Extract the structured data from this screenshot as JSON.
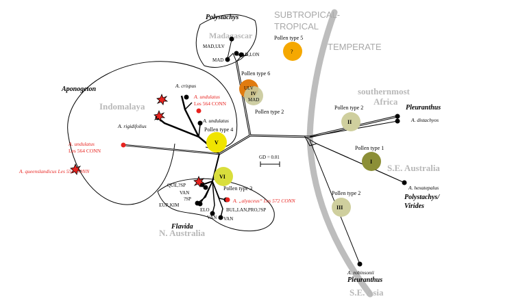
{
  "colors": {
    "red": "#e8231f",
    "black": "#000000",
    "gray_region": "#b8b8b8",
    "gray_band": "#bdbdbd",
    "pollen_q": "#f5a800",
    "pollen_iv_outer": "#e07b10",
    "pollen_iv_inner": "#c9c99a",
    "pollen_v": "#f0e400",
    "pollen_vi": "#d9de3c",
    "pollen_ii": "#cfcf9e",
    "pollen_i": "#8c8f37",
    "pollen_iii": "#cfcf9e"
  },
  "climate": {
    "subtropical_line1": "SUBTROPICAL-",
    "subtropical_line2": "TROPICAL",
    "temperate": "TEMPERATE"
  },
  "regions": {
    "madagascar": "Madagascar",
    "indomalaya": "Indomalaya",
    "southernmost_line1": "southernmost",
    "southernmost_line2": "Africa",
    "se_australia": "S.E. Australia",
    "n_australia": "N. Australia",
    "se_asia": "S.E. Asia"
  },
  "groups": {
    "polystachys": "Polystachys",
    "aponogeton": "Aponogeton",
    "pleuranthus_top": "Pleuranthus",
    "polystachys_virides_line1": "Polystachys/",
    "polystachys_virides_line2": "Virides",
    "flavida": "Flavida",
    "pleuranthus_bottom": "Pleuranthus"
  },
  "pollen": {
    "type5": "Pollen type 5",
    "type6": "Pollen type 6",
    "type2_mad": "Pollen type 2",
    "type4": "Pollen type 4",
    "type3": "Pollen type 3",
    "type2_africa": "Pollen type 2",
    "type1": "Pollen type 1",
    "type2_asia": "Pollen type 2",
    "q": "?",
    "iv": "IV",
    "ulv": "ULV",
    "mad": "MAD",
    "v": "V",
    "vi": "VI",
    "ii": "II",
    "i": "I",
    "iii": "III"
  },
  "taxa": {
    "mad_ulv": "MAD,ULV",
    "mad": "MAD",
    "mad_lon": "MAD,LON",
    "crispus": "A. crispus",
    "undulatus_red_l1": "A. undulatus",
    "undulatus_red_l2": "Les 564 CONN",
    "undulatus": "A. undulatus",
    "rigidifolius": "A. rigidifolius",
    "undulatus2_l1": "A. undulatus",
    "undulatus2_l2": "Les 564 CONN",
    "queenslandicus": "A. queenslandicus Les 552 CONN",
    "que_sp": "QUE,?SP",
    "van1": "VAN",
    "sp": "?SP",
    "eur_kim": "EUR,KIM",
    "elo": "ELO",
    "van2": "VAN",
    "van3": "VAN",
    "alyaceus": "A. „alyaceus“ Les 572 CONN",
    "bul": "BUL,LAN,PRO,?SP",
    "distachyos": "A. distachyos",
    "hexatepalus": "A. hexatepalus",
    "robinsonii": "A. robinsonii"
  },
  "scale": {
    "label": "GD = 0.01"
  }
}
